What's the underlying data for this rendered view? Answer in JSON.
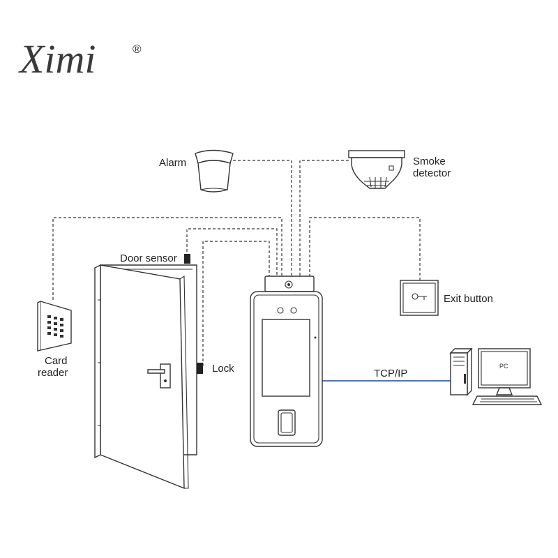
{
  "logo": {
    "text": "Ximi",
    "registered_mark": "®"
  },
  "labels": {
    "alarm": "Alarm",
    "smoke_line1": "Smoke",
    "smoke_line2": "detector",
    "door_sensor": "Door sensor",
    "lock": "Lock",
    "card_line1": "Card",
    "card_line2": "reader",
    "exit_button": "Exit button",
    "network": "TCP/IP",
    "pc": "PC"
  },
  "colors": {
    "wire": "#333333",
    "network_link": "#3c5fa8",
    "logo": "#3a3a3a"
  },
  "icons": [
    "alarm-icon",
    "smoke-detector-icon",
    "door-icon",
    "door-sensor-icon",
    "lock-icon",
    "card-reader-icon",
    "exit-button-icon",
    "terminal-icon",
    "pc-icon"
  ]
}
